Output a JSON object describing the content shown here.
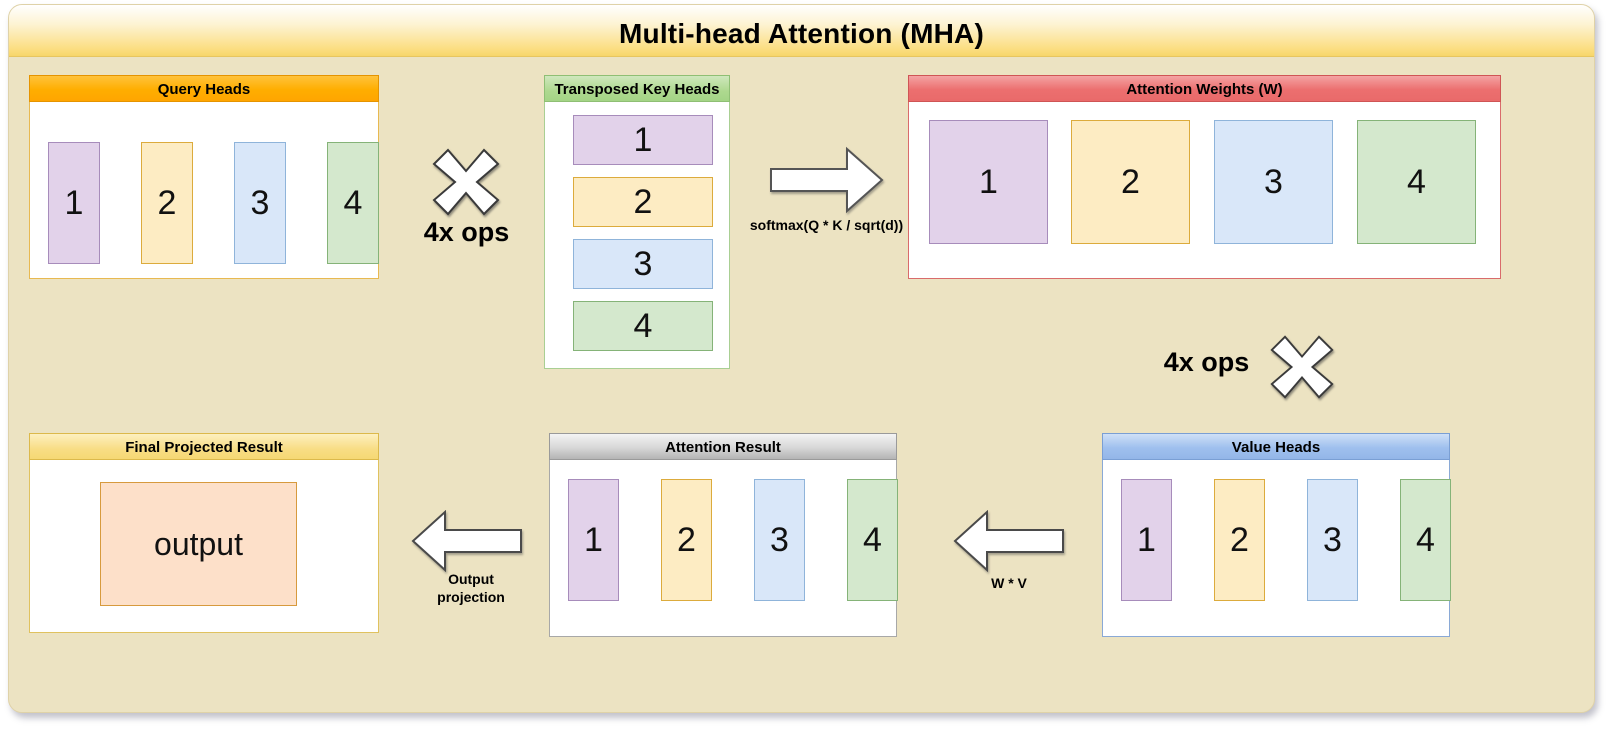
{
  "diagram": {
    "title": "Multi-head Attention (MHA)",
    "panel_bg": "#ece3c2",
    "title_accent": "#fbdd7e"
  },
  "groups": {
    "query_heads": {
      "title": "Query Heads",
      "accent": "#ffa500",
      "heads": [
        "1",
        "2",
        "3",
        "4"
      ]
    },
    "key_heads": {
      "title": "Transposed Key Heads",
      "accent": "#a4d486",
      "heads": [
        "1",
        "2",
        "3",
        "4"
      ]
    },
    "attention_weights": {
      "title": "Attention Weights (W)",
      "accent": "#e96a6a",
      "heads": [
        "1",
        "2",
        "3",
        "4"
      ]
    },
    "final_result": {
      "title": "Final Projected Result",
      "accent": "#f6d873",
      "output_label": "output"
    },
    "attention_result": {
      "title": "Attention Result",
      "accent": "#b4b4b4",
      "heads": [
        "1",
        "2",
        "3",
        "4"
      ]
    },
    "value_heads": {
      "title": "Value Heads",
      "accent": "#93b6e8",
      "heads": [
        "1",
        "2",
        "3",
        "4"
      ]
    }
  },
  "operators": {
    "qk_multiply_label": "4x ops",
    "wv_multiply_label": "4x ops",
    "softmax_label": "softmax(Q * K / sqrt(d))",
    "wv_label": "W * V",
    "output_projection_label_line1": "Output",
    "output_projection_label_line2": "projection"
  },
  "chip_colors": [
    "#e2d2ea",
    "#fdecc3",
    "#d9e7f9",
    "#d4e8cd"
  ]
}
